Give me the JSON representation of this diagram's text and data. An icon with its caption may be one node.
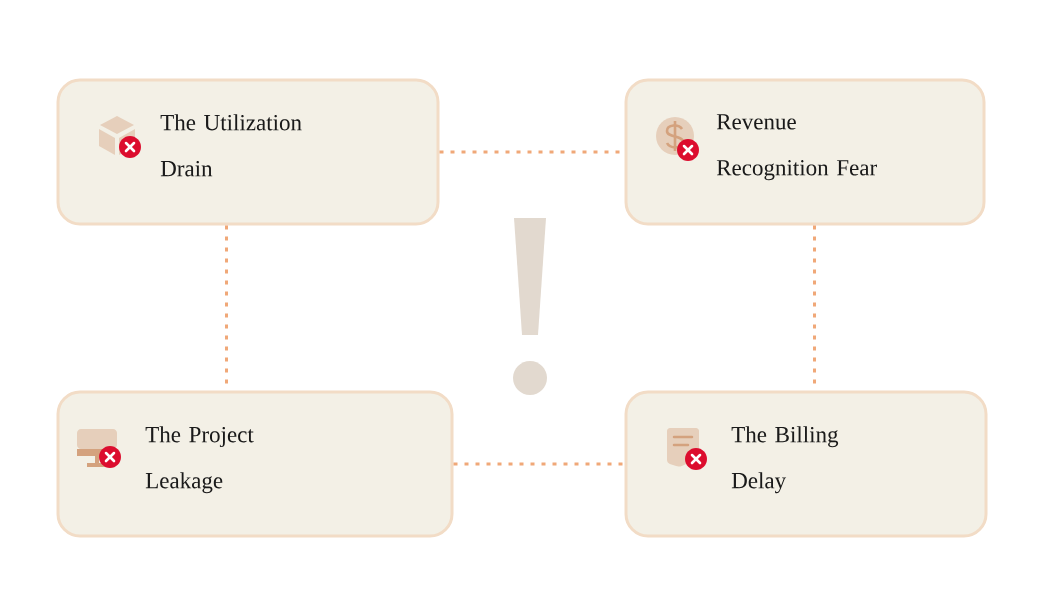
{
  "diagram": {
    "nodes": [
      {
        "text": [
          "The Utilization Drain"
        ]
      },
      {
        "text": [
          "Revenue Recognition Fear"
        ]
      },
      {
        "text": [
          "The Project Leakage"
        ]
      },
      {
        "text": [
          "The Billing Delay"
        ]
      }
    ],
    "edges": [
      {
        "from": 0,
        "to": 1,
        "arrow": "none",
        "style": "dashed"
      },
      {
        "from": 0,
        "to": 2,
        "arrow": "none",
        "style": "dashed"
      },
      {
        "from": 1,
        "to": 3,
        "arrow": "none",
        "style": "dashed"
      },
      {
        "from": 2,
        "to": 3,
        "arrow": "none",
        "style": "dashed"
      }
    ]
  }
}
